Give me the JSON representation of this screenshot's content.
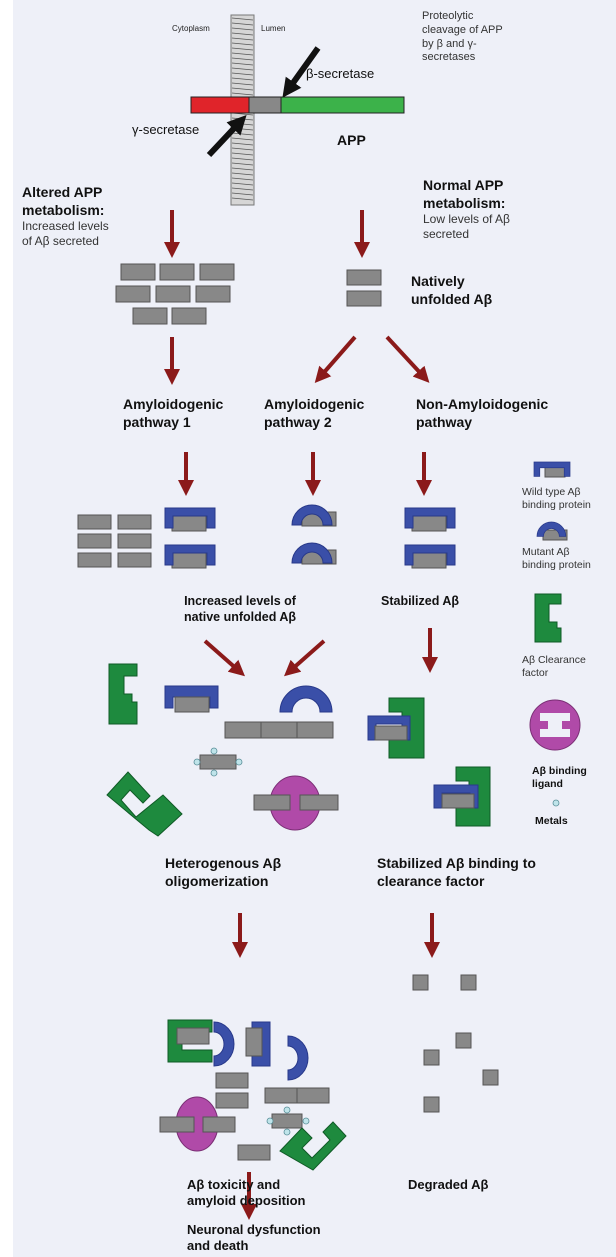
{
  "colors": {
    "background": "#eef0f8",
    "arrow": "#8b1a1a",
    "monomer": "#888888",
    "binding_protein": "#3a4fa8",
    "clearance_factor": "#1e8a3e",
    "binding_ligand": "#b04aa8",
    "app_red": "#e0242a",
    "app_green": "#3cb24a"
  },
  "top": {
    "cytoplasm": "Cytoplasm",
    "lumen": "Lumen",
    "proteolytic_note": [
      "Proteolytic",
      "cleavage of APP",
      "by β and γ-",
      "secretases"
    ],
    "beta_secretase": "β-secretase",
    "gamma_secretase": "γ-secretase",
    "app": "APP"
  },
  "altered": {
    "title": [
      "Altered APP",
      "metabolism:"
    ],
    "desc": [
      "Increased levels",
      "of Aβ secreted"
    ]
  },
  "normal": {
    "title": [
      "Normal APP",
      "metabolism:"
    ],
    "desc": [
      "Low levels of Aβ",
      "secreted"
    ]
  },
  "natively_unfolded": [
    "Natively",
    "unfolded Aβ"
  ],
  "pathways": {
    "p1": [
      "Amyloidogenic",
      "pathway 1"
    ],
    "p2": [
      "Amyloidogenic",
      "pathway 2"
    ],
    "p3": [
      "Non-Amyloidogenic",
      "pathway"
    ]
  },
  "increased_levels": [
    "Increased levels of",
    "native unfolded Aβ"
  ],
  "stabilized": "Stabilized Aβ",
  "legend": {
    "wild_type": [
      "Wild type Aβ",
      "binding protein"
    ],
    "mutant": [
      "Mutant Aβ",
      "binding protein"
    ],
    "clearance": [
      "Aβ Clearance",
      "factor"
    ],
    "ligand": [
      "Aβ binding",
      "ligand"
    ],
    "metals": "Metals"
  },
  "hetero": [
    "Heterogenous Aβ",
    "oligomerization"
  ],
  "stabilized_binding": [
    "Stabilized Aβ binding to",
    "clearance factor"
  ],
  "toxicity": [
    "Aβ toxicity and",
    "amyloid deposition"
  ],
  "degraded": "Degraded Aβ",
  "neuronal": [
    "Neuronal dysfunction",
    "and death"
  ]
}
